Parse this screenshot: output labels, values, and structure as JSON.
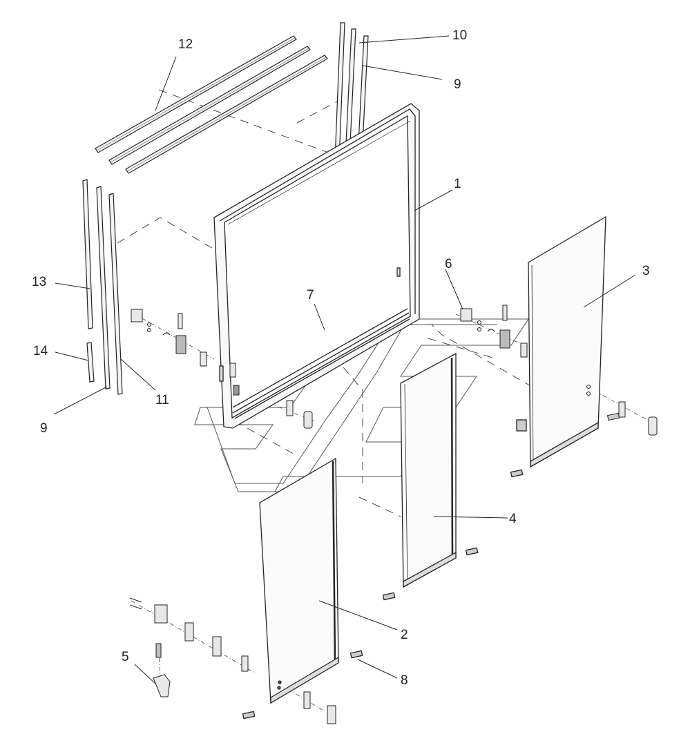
{
  "diagram": {
    "type": "exploded-assembly-drawing",
    "callouts": [
      "1",
      "2",
      "3",
      "4",
      "5",
      "6",
      "7",
      "8",
      "9",
      "9",
      "10",
      "11",
      "12",
      "13",
      "14"
    ]
  }
}
